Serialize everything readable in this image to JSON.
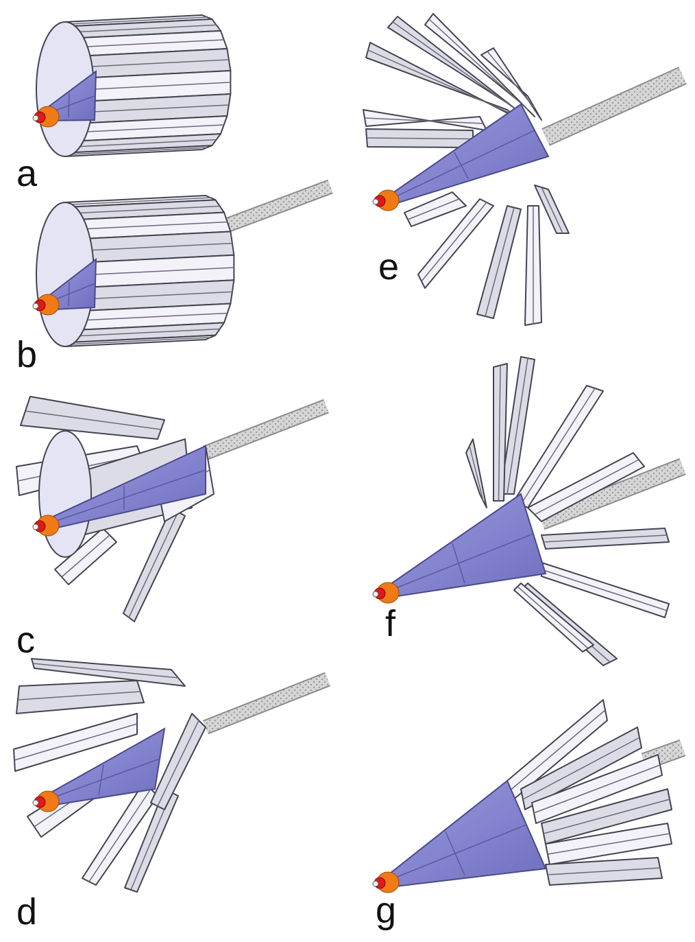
{
  "panels": [
    {
      "label": "a",
      "state": "closed"
    },
    {
      "label": "b",
      "state": "closed-with-tether"
    },
    {
      "label": "c",
      "state": "partially-open"
    },
    {
      "label": "d",
      "state": "opening"
    },
    {
      "label": "e",
      "state": "fully-open"
    },
    {
      "label": "f",
      "state": "fully-open-rotated"
    },
    {
      "label": "g",
      "state": "retracting"
    }
  ],
  "colors": {
    "panel_fill": "#dcdce6",
    "panel_fill_light": "#f2f2f8",
    "panel_edge": "#444450",
    "cone": "#8a8ad2",
    "cone_dark": "#7070c0",
    "nozzle_orange": "#f07a16",
    "tip_red": "#e01818",
    "tether": "#c8c8c8"
  }
}
